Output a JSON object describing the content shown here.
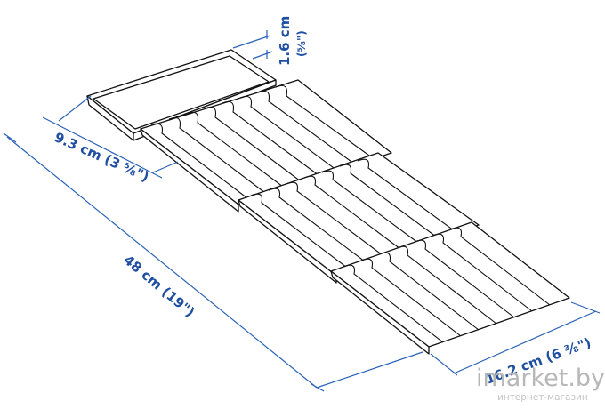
{
  "dimensions": {
    "height_cm": "1.6 cm",
    "height_in": "(⁵⁄₈\")",
    "slope_depth": "9.3 cm (3 ⁵⁄₈\")",
    "length": "48 cm (19\")",
    "width": "16.2 cm (6 ³⁄₈\")"
  },
  "watermark": {
    "brand": "imarket.by",
    "tagline": "интернет-магазин"
  },
  "colors": {
    "dimension": "#1f4fa0",
    "outline": "#111111"
  }
}
